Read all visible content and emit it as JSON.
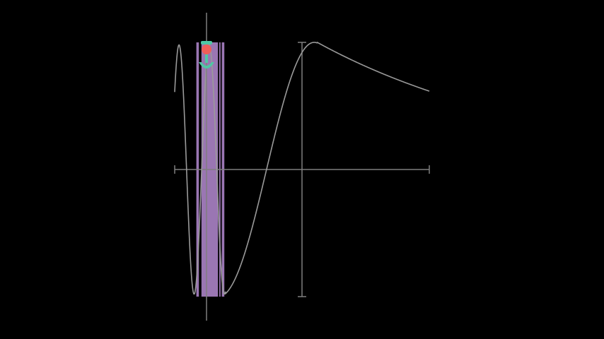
{
  "colors": {
    "background": "#000000",
    "axis": "#7f7f7f",
    "curve": "#9a9a9a",
    "band": "#9a76b3",
    "band_edge": "#6f5487",
    "marker_teal": "#4fc7a4",
    "marker_red": "#ef5e58"
  },
  "axes": {
    "x_range": [
      -1,
      1
    ],
    "y_range": [
      -1,
      1
    ],
    "tick_labels": []
  },
  "curve": {
    "description_none": "",
    "samples": "computed"
  },
  "bands": [
    {
      "x_start": -0.83,
      "x_end": -0.81
    },
    {
      "x_start": -0.79,
      "x_end": -0.66
    },
    {
      "x_start": -0.65,
      "x_end": -0.64
    },
    {
      "x_start": -0.63,
      "x_end": -0.61
    }
  ],
  "probe": {
    "x": -0.75,
    "y_top": 1.0,
    "y_bottom": -1.0
  },
  "icons": {
    "probe_marker": "pin-icon"
  }
}
